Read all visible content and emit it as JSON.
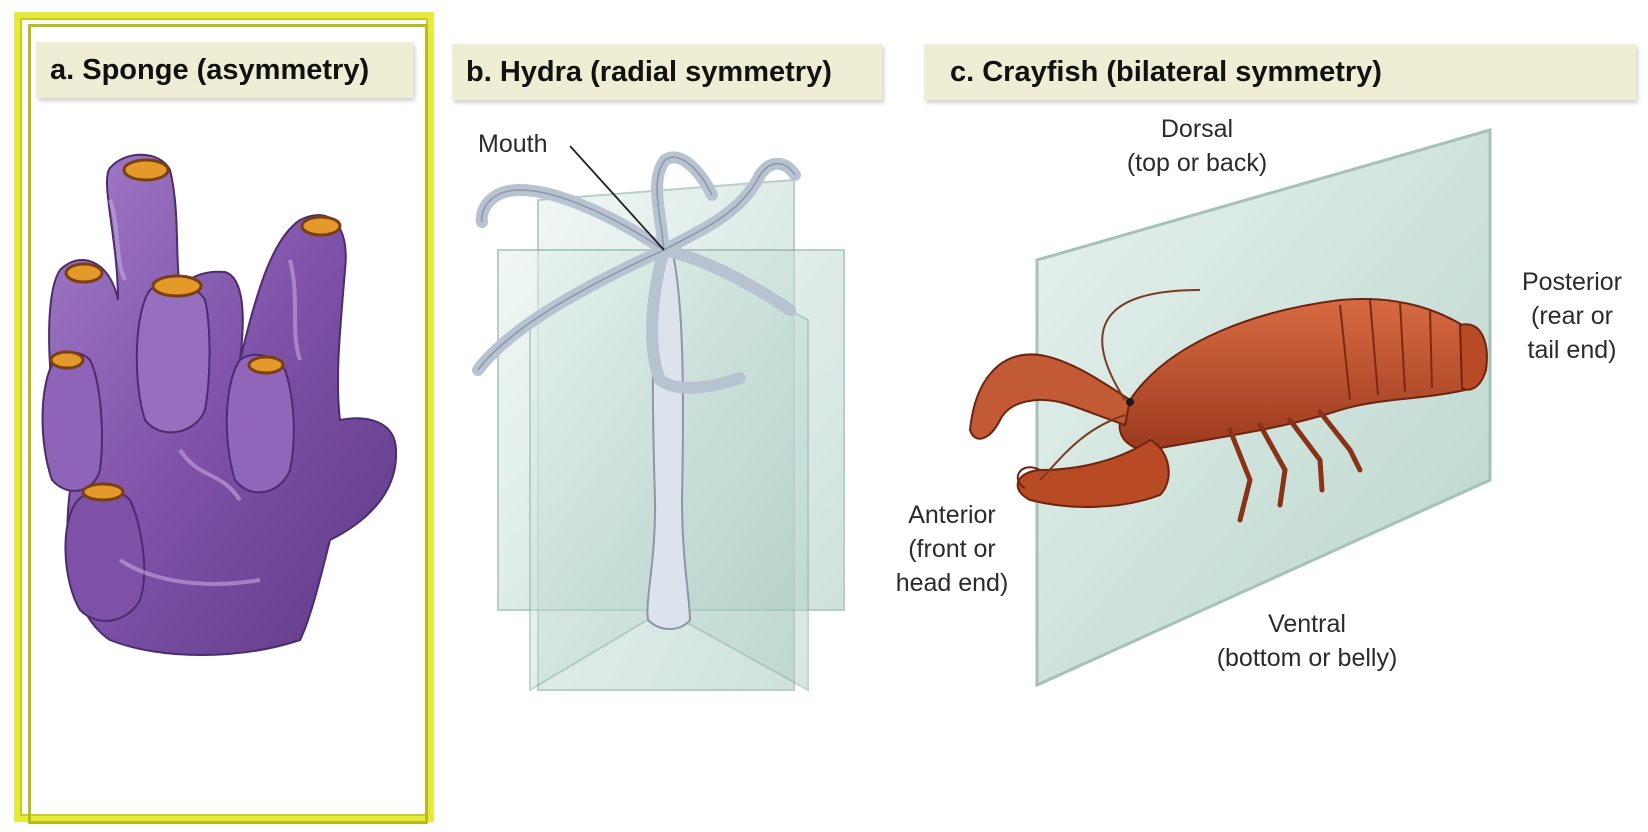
{
  "panels": {
    "a": {
      "title": "a.  Sponge (asymmetry)"
    },
    "b": {
      "title": "b. Hydra (radial symmetry)",
      "labels": {
        "mouth": "Mouth"
      }
    },
    "c": {
      "title": "c. Crayfish (bilateral symmetry)",
      "labels": {
        "dorsal": "Dorsal\n(top or back)",
        "posterior": "Posterior\n(rear or\ntail end)",
        "anterior": "Anterior\n(front or\nhead end)",
        "ventral": "Ventral\n(bottom or belly)"
      }
    }
  },
  "colors": {
    "highlight_frame": "#e6ea3c",
    "title_bg": "#efedd3",
    "sponge": "#8a5fb0",
    "sponge_opening": "#e39a2a",
    "plane_glass": "#cfe5de",
    "crayfish": "#c2542f"
  }
}
